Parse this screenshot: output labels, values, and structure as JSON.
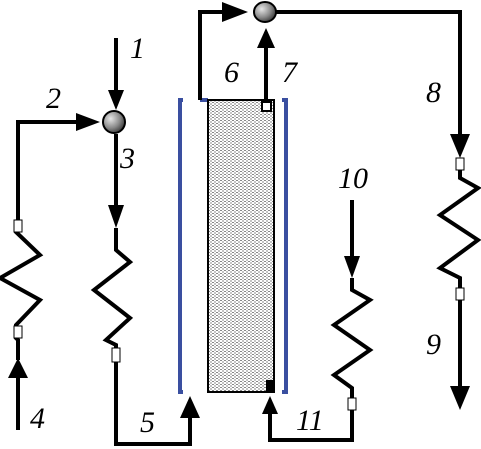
{
  "labels": {
    "s1": "1",
    "s2": "2",
    "s3": "3",
    "s4": "4",
    "s5": "5",
    "s6": "6",
    "s7": "7",
    "s8": "8",
    "s9": "9",
    "s10": "10",
    "s11": "11"
  },
  "colors": {
    "line": "#000000",
    "vessel_wall": "#3a4fa0",
    "packing": "#9a9a9a",
    "mixer_light": "#d8d8d8",
    "mixer_dark": "#505050"
  }
}
